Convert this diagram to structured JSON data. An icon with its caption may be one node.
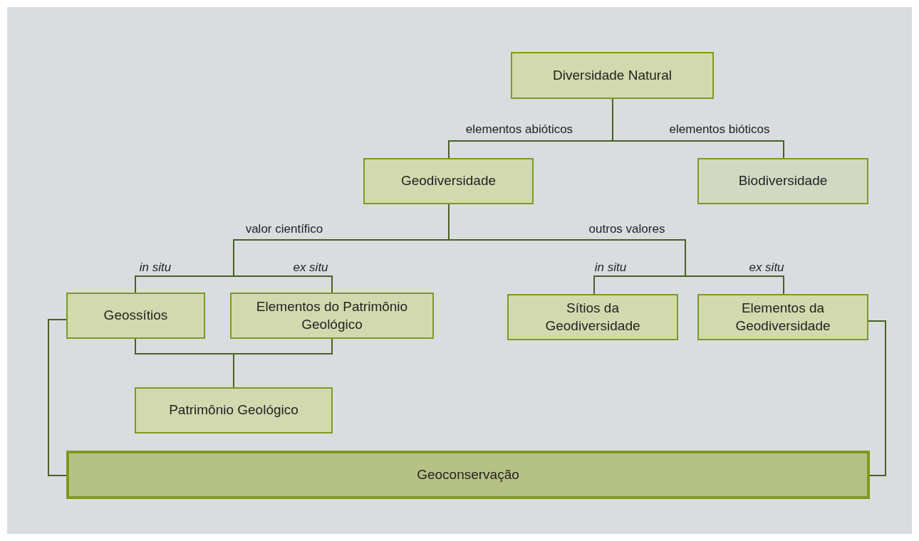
{
  "diagram": {
    "nodes": [
      {
        "text": [
          "Diversidade Natural"
        ]
      },
      {
        "text": [
          "Geodiversidade"
        ]
      },
      {
        "text": [
          "Biodiversidade"
        ]
      },
      {
        "text": [
          "Geossítios"
        ]
      },
      {
        "text": [
          "Elementos do Patrimônio Geológico"
        ]
      },
      {
        "text": [
          "Sítios da Geodiversidade"
        ]
      },
      {
        "text": [
          "Elementos da Geodiversidade"
        ]
      },
      {
        "text": [
          "Patrimônio Geológico"
        ]
      },
      {
        "text": [
          "Geoconservação"
        ]
      }
    ],
    "edges": [
      {
        "from": 0,
        "to": 1,
        "arrow": "none",
        "label": "elementos abióticos"
      },
      {
        "from": 0,
        "to": 2,
        "arrow": "none",
        "label": "elementos bióticos"
      },
      {
        "from": 1,
        "to": 3,
        "arrow": "none",
        "label": "*in situ*"
      },
      {
        "from": 1,
        "to": 4,
        "arrow": "none",
        "label": "*ex situ*"
      },
      {
        "from": 1,
        "to": 5,
        "arrow": "none",
        "label": "*in situ*"
      },
      {
        "from": 1,
        "to": 6,
        "arrow": "none",
        "label": "*ex situ*"
      },
      {
        "from": 3,
        "to": 7,
        "arrow": "none"
      },
      {
        "from": 4,
        "to": 7,
        "arrow": "none"
      },
      {
        "from": 3,
        "to": 8,
        "arrow": "none"
      },
      {
        "from": 6,
        "to": 8,
        "arrow": "none"
      }
    ],
    "labels": [
      "valor científico",
      "outros valores"
    ]
  }
}
